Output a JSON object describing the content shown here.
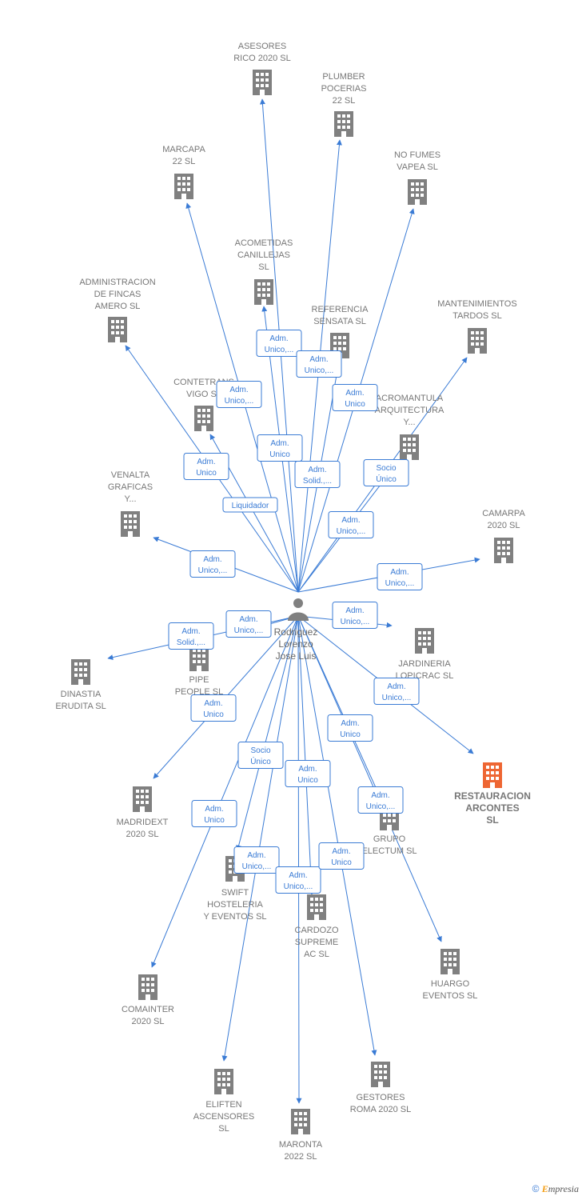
{
  "person": {
    "lines": [
      "Rodriguez",
      "Lorenzo",
      "Jose Luis"
    ]
  },
  "footer": {
    "copyright": "©",
    "brand_e": "E",
    "brand_rest": "mpresia"
  },
  "colors": {
    "edge": "#3a7bd5",
    "building": "#808080",
    "focus_building": "#ee6633",
    "label": "#777777"
  },
  "companies": [
    {
      "id": "asesores",
      "lines": [
        "ASESORES",
        "RICO 2020  SL"
      ]
    },
    {
      "id": "plumber",
      "lines": [
        "PLUMBER",
        "POCERIAS",
        "22  SL"
      ]
    },
    {
      "id": "marcapa",
      "lines": [
        "MARCAPA",
        "22  SL"
      ]
    },
    {
      "id": "nofumes",
      "lines": [
        "NO FUMES",
        "VAPEA  SL"
      ]
    },
    {
      "id": "acometidas",
      "lines": [
        "ACOMETIDAS",
        "CANILLEJAS",
        "SL"
      ]
    },
    {
      "id": "administracion",
      "lines": [
        "ADMINISTRACION",
        "DE FINCAS",
        "AMERO  SL"
      ]
    },
    {
      "id": "referencia",
      "lines": [
        "REFERENCIA",
        "SENSATA  SL"
      ]
    },
    {
      "id": "mantenimientos",
      "lines": [
        "MANTENIMIENTOS",
        "TARDOS  SL"
      ]
    },
    {
      "id": "contetrans",
      "lines": [
        "CONTETRANS",
        "VIGO SL"
      ]
    },
    {
      "id": "acromantula",
      "lines": [
        "ACROMANTULA",
        "ARQUITECTURA",
        "Y..."
      ]
    },
    {
      "id": "venalta",
      "lines": [
        "VENALTA",
        "GRAFICAS",
        "Y..."
      ]
    },
    {
      "id": "camarpa",
      "lines": [
        "CAMARPA",
        "2020  SL"
      ]
    },
    {
      "id": "jardineria",
      "lines": [
        "JARDINERIA",
        "LOPICRAC  SL"
      ]
    },
    {
      "id": "dinastia",
      "lines": [
        "DINASTIA",
        "ERUDITA  SL"
      ]
    },
    {
      "id": "pipe",
      "lines": [
        "PIPE",
        "PEOPLE  SL"
      ]
    },
    {
      "id": "restauracion",
      "lines": [
        "RESTAURACION",
        "ARCONTES",
        "SL"
      ],
      "focus": true
    },
    {
      "id": "madridext",
      "lines": [
        "MADRIDEXT",
        "2020  SL"
      ]
    },
    {
      "id": "grupo",
      "lines": [
        "GRUPO",
        "ELECTUM  SL"
      ]
    },
    {
      "id": "swift",
      "lines": [
        "SWIFT",
        "HOSTELERIA",
        "Y EVENTOS  SL"
      ]
    },
    {
      "id": "cardozo",
      "lines": [
        "CARDOZO",
        "SUPREME",
        "AC  SL"
      ]
    },
    {
      "id": "huargo",
      "lines": [
        "HUARGO",
        "EVENTOS  SL"
      ]
    },
    {
      "id": "comainter",
      "lines": [
        "COMAINTER",
        "2020  SL"
      ]
    },
    {
      "id": "elifen",
      "lines": [
        "ELIFTEN",
        "ASCENSORES",
        "SL"
      ]
    },
    {
      "id": "gestores",
      "lines": [
        "GESTORES",
        "ROMA 2020  SL"
      ]
    },
    {
      "id": "maronta",
      "lines": [
        "MARONTA",
        "2022  SL"
      ]
    }
  ],
  "edge_labels": [
    {
      "lines": [
        "Adm.",
        "Unico,..."
      ]
    },
    {
      "lines": [
        "Adm.",
        "Unico,..."
      ]
    },
    {
      "lines": [
        "Adm.",
        "Unico,..."
      ]
    },
    {
      "lines": [
        "Adm.",
        "Unico"
      ]
    },
    {
      "lines": [
        "Adm.",
        "Unico"
      ]
    },
    {
      "lines": [
        "Adm.",
        "Unico"
      ]
    },
    {
      "lines": [
        "Adm.",
        "Solid.,..."
      ]
    },
    {
      "lines": [
        "Socio",
        "Único"
      ]
    },
    {
      "lines": [
        "Liquidador"
      ]
    },
    {
      "lines": [
        "Adm.",
        "Unico,..."
      ]
    },
    {
      "lines": [
        "Adm.",
        "Unico,..."
      ]
    },
    {
      "lines": [
        "Adm.",
        "Unico,..."
      ]
    },
    {
      "lines": [
        "Adm.",
        "Unico,..."
      ]
    },
    {
      "lines": [
        "Adm.",
        "Unico,..."
      ]
    },
    {
      "lines": [
        "Adm.",
        "Solid.,..."
      ]
    },
    {
      "lines": [
        "Adm.",
        "Unico,..."
      ]
    },
    {
      "lines": [
        "Adm.",
        "Unico"
      ]
    },
    {
      "lines": [
        "Adm.",
        "Unico"
      ]
    },
    {
      "lines": [
        "Socio",
        "Único"
      ]
    },
    {
      "lines": [
        "Adm.",
        "Unico"
      ]
    },
    {
      "lines": [
        "Adm.",
        "Unico,..."
      ]
    },
    {
      "lines": [
        "Adm.",
        "Unico"
      ]
    },
    {
      "lines": [
        "Adm.",
        "Unico,..."
      ]
    },
    {
      "lines": [
        "Adm.",
        "Unico,..."
      ]
    },
    {
      "lines": [
        "Adm.",
        "Unico"
      ]
    }
  ]
}
